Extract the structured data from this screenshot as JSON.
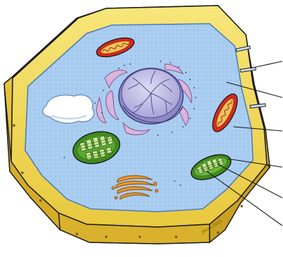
{
  "diagram": {
    "kind": "plant-cell-cross-section",
    "signature": "JPinto 2005",
    "label_lines": [
      {
        "target": "cell-wall"
      },
      {
        "target": "cell-membrane"
      },
      {
        "target": "mitochondrion"
      },
      {
        "target": "chloroplast"
      },
      {
        "target": "thylakoid-grana"
      },
      {
        "target": "chloroplast-stroma"
      }
    ],
    "colors": {
      "cell_wall": "#f3dd62",
      "cell_wall_shadow": "#c7a224",
      "cytoplasm": "#a9cdf0",
      "nucleus": "#c9c8ea",
      "nucleus_outline": "#6d6aa6",
      "er": "#d6b3d6",
      "mitochondrion": "#d62a1c",
      "mitochondrion_inner": "#f2c25a",
      "chloroplast": "#4c9a28",
      "chloroplast_light": "#bfe08a",
      "golgi": "#e89a2c",
      "vacuole": "#ffffff",
      "outline": "#1b1b1b"
    }
  }
}
